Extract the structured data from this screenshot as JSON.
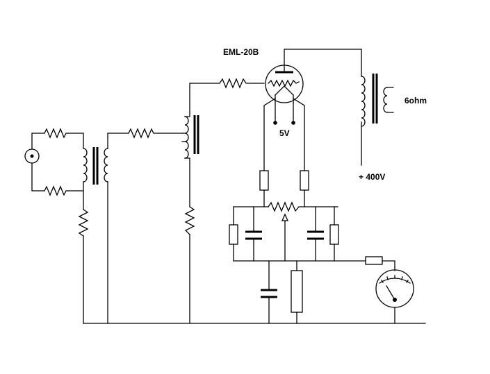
{
  "labels": {
    "tube": "EML-20B",
    "filament": "5V",
    "speaker": "6ohm",
    "supply": "+ 400V"
  }
}
